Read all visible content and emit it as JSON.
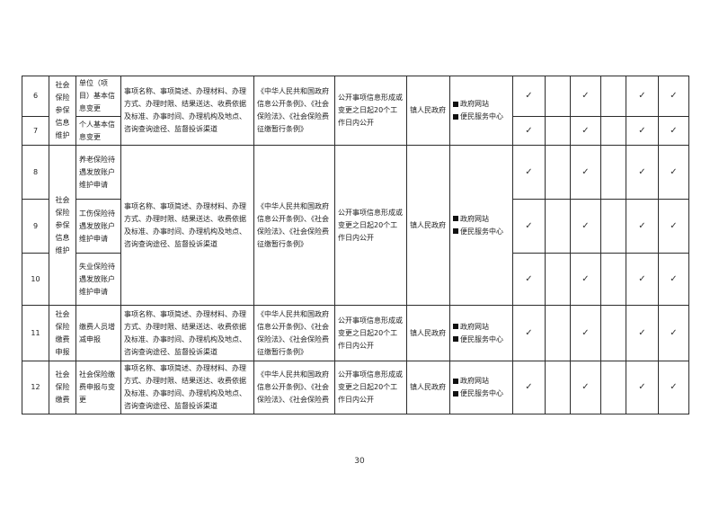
{
  "rows": {
    "r6": {
      "num": "6",
      "item": "单位（项目）基本信息变更",
      "mark": "✓"
    },
    "r7": {
      "num": "7",
      "item": "个人基本信息变更"
    },
    "r8": {
      "num": "8",
      "item": "养老保险待遇发放账户维护申请"
    },
    "r9": {
      "num": "9",
      "item": "工伤保险待遇发放账户维护申请"
    },
    "r10": {
      "num": "10",
      "item": "失业保险待遇发放账户维护申请"
    },
    "r11": {
      "num": "11",
      "item": "缴费人员增减申报"
    },
    "r12": {
      "num": "12",
      "item": "社会保险缴费申报与变更"
    }
  },
  "groups": {
    "g1": {
      "category": "社会保险参保信息维护"
    },
    "g2": {
      "category": "社会保险参保信息维护"
    },
    "g3": {
      "category": "社会保险缴费申报"
    },
    "g4": {
      "category": "社会保险缴费"
    }
  },
  "common": {
    "content": "事项名称、事项简述、办理材料、办理方式、办理时限、结果送达、收费依据及标准、办事时间、办理机构及地点、咨询查询途径、监督投诉渠道",
    "basis": "《中华人民共和国政府信息公开条例》、《社会保险法》、《社会保险费征缴暂行条例》",
    "basis_short": "《中华人民共和国政府信息公开条例》、《社会保险法》、《社会保险费",
    "timing": "公开事项信息形成或变更之日起20个工作日内公开",
    "subject": "镇人民政府",
    "channel1": "政府网站",
    "channel2": "便民服务中心",
    "check": "✓"
  },
  "footer": {
    "page_number": "30"
  }
}
